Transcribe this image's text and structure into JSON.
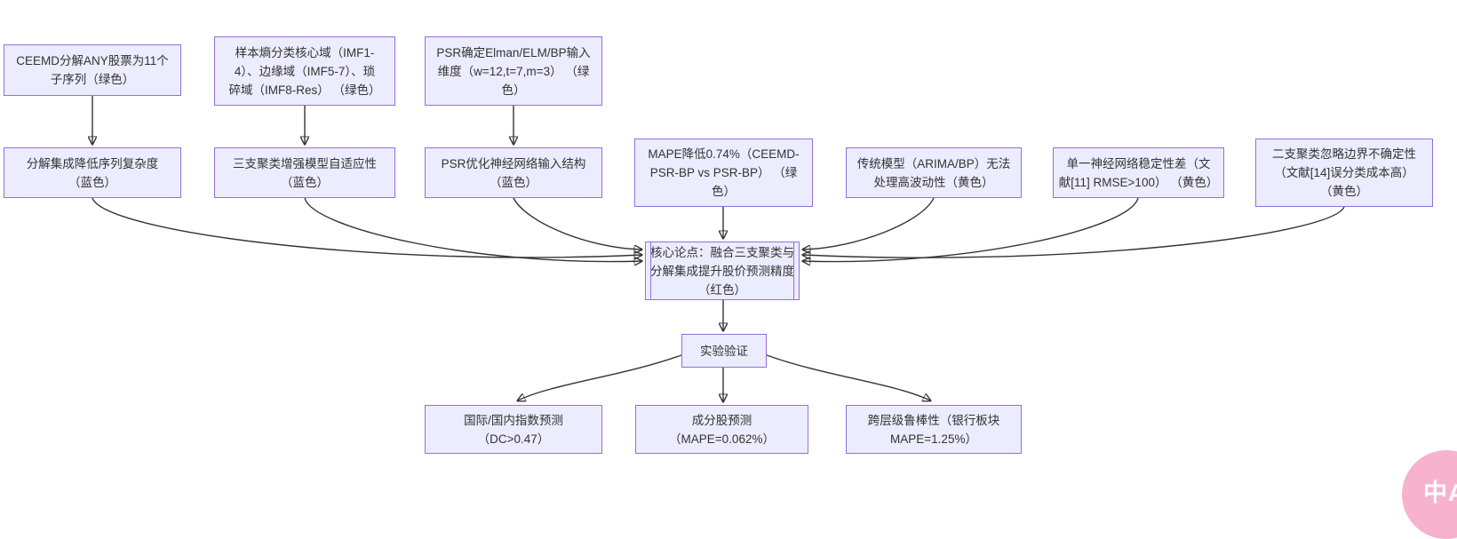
{
  "diagram": {
    "nodes": {
      "ceemd": {
        "label": "CEEMD分解ANY股票为11个\n子序列（绿色）"
      },
      "sample_entropy": {
        "label": "样本熵分类核心域（IMF1-\n4）、边缘域（IMF5-7）、琐\n碎域（IMF8-Res） （绿色）"
      },
      "psr_input": {
        "label": "PSR确定Elman/ELM/BP输入\n维度（w=12,t=7,m=3） （绿\n色）"
      },
      "decomp_ensemble": {
        "label": "分解集成降低序列复杂度\n（蓝色）"
      },
      "three_way": {
        "label": "三支聚类增强模型自适应性\n（蓝色）"
      },
      "psr_optimize": {
        "label": "PSR优化神经网络输入结构\n（蓝色）"
      },
      "mape_reduce": {
        "label": "MAPE降低0.74%（CEEMD-\nPSR-BP vs PSR-BP） （绿\n色）"
      },
      "traditional": {
        "label": "传统模型（ARIMA/BP）无法\n处理高波动性（黄色）"
      },
      "single_nn": {
        "label": "单一神经网络稳定性差（文\n献[11] RMSE>100） （黄色）"
      },
      "two_way": {
        "label": "二支聚类忽略边界不确定性\n（文献[14]误分类成本高）\n（黄色）"
      },
      "core": {
        "label": "核心论点：融合三支聚类与\n分解集成提升股价预测精度\n（红色）"
      },
      "experiment": {
        "label": "实验验证"
      },
      "index_pred": {
        "label": "国际/国内指数预测\n（DC>0.47）"
      },
      "component_pred": {
        "label": "成分股预测\n（MAPE=0.062%）"
      },
      "robustness": {
        "label": "跨层级鲁棒性（银行板块\nMAPE=1.25%）"
      }
    },
    "edges": [
      {
        "from": "ceemd",
        "to": "decomp_ensemble"
      },
      {
        "from": "sample_entropy",
        "to": "three_way"
      },
      {
        "from": "psr_input",
        "to": "psr_optimize"
      },
      {
        "from": "decomp_ensemble",
        "to": "core"
      },
      {
        "from": "three_way",
        "to": "core"
      },
      {
        "from": "psr_optimize",
        "to": "core"
      },
      {
        "from": "mape_reduce",
        "to": "core"
      },
      {
        "from": "traditional",
        "to": "core"
      },
      {
        "from": "single_nn",
        "to": "core"
      },
      {
        "from": "two_way",
        "to": "core"
      },
      {
        "from": "core",
        "to": "experiment"
      },
      {
        "from": "experiment",
        "to": "index_pred"
      },
      {
        "from": "experiment",
        "to": "component_pred"
      },
      {
        "from": "experiment",
        "to": "robustness"
      }
    ],
    "colors": {
      "node_fill": "#ECECFF",
      "node_border": "#9370DB",
      "edge": "#333333",
      "text": "#333333"
    }
  },
  "fab": {
    "label": "中A",
    "background": "#f7b3ce"
  }
}
